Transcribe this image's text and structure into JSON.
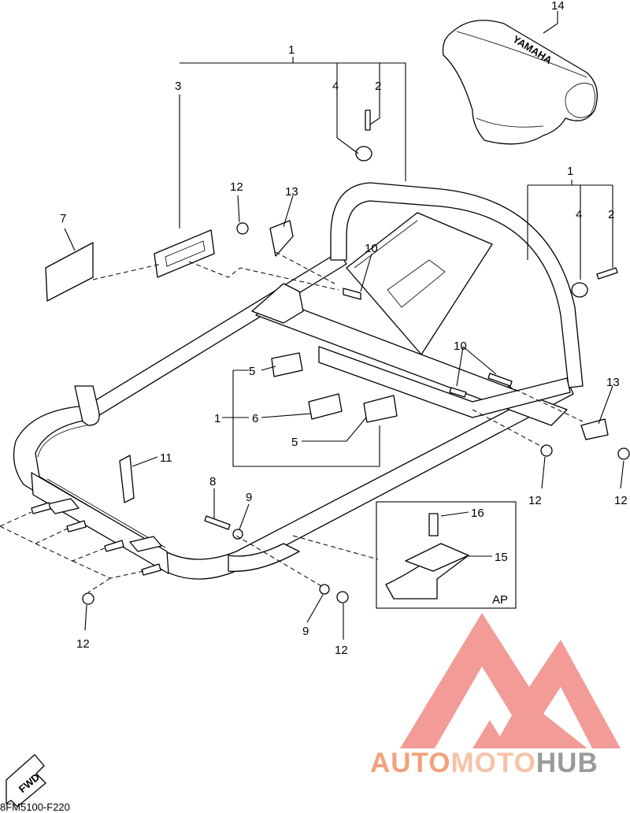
{
  "diagram": {
    "code": "8FM5100-F220",
    "fwd_label": "FWD",
    "inset_label": "AP",
    "cover_brand": "YAMAHA",
    "callouts": {
      "c1a": "1",
      "c1b": "1",
      "c1c": "1",
      "c2a": "2",
      "c2b": "2",
      "c3": "3",
      "c4a": "4",
      "c4b": "4",
      "c5a": "5",
      "c5b": "5",
      "c6": "6",
      "c7": "7",
      "c8": "8",
      "c9a": "9",
      "c9b": "9",
      "c10a": "10",
      "c10b": "10",
      "c11": "11",
      "c12a": "12",
      "c12b": "12",
      "c12c": "12",
      "c12d": "12",
      "c12e": "12",
      "c13a": "13",
      "c13b": "13",
      "c14": "14",
      "c15": "15",
      "c16": "16"
    }
  },
  "watermark": {
    "word_1": "AUTO",
    "word_2": "MOTO",
    "word_3": "HUB",
    "color_primary": "#f4a07a",
    "color_secondary": "#f7c3a8",
    "color_dark": "#9a9a9a",
    "logo_color": "#f08a86"
  }
}
